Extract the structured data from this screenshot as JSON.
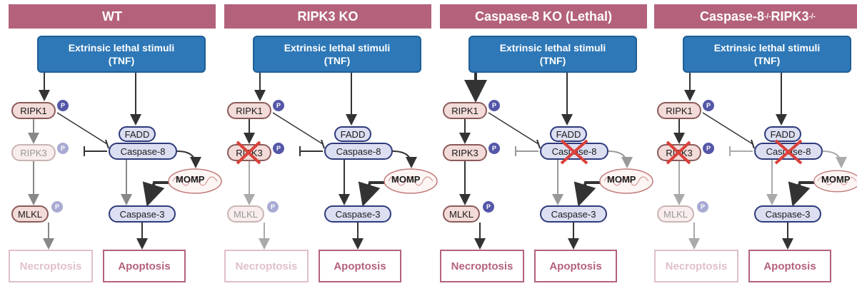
{
  "panels": [
    {
      "title": "WT",
      "title_sup": "",
      "title_tail": "",
      "stimulus_line1": "Extrinsic lethal stimuli",
      "stimulus_line2": "(TNF)",
      "ripk1": "RIPK1",
      "ripk3": "RIPK3",
      "mlkl": "MLKL",
      "fadd": "FADD",
      "caspase8": "Caspase-8",
      "caspase3": "Caspase-3",
      "momp": "MOMP",
      "phospho": "P",
      "necroptosis": "Necroptosis",
      "apoptosis": "Apoptosis"
    },
    {
      "title": "RIPK3 KO",
      "title_sup": "",
      "title_tail": "",
      "stimulus_line1": "Extrinsic lethal stimuli",
      "stimulus_line2": "(TNF)",
      "ripk1": "RIPK1",
      "ripk3": "RIPK3",
      "mlkl": "MLKL",
      "fadd": "FADD",
      "caspase8": "Caspase-8",
      "caspase3": "Caspase-3",
      "momp": "MOMP",
      "phospho": "P",
      "necroptosis": "Necroptosis",
      "apoptosis": "Apoptosis"
    },
    {
      "title": "Caspase-8 KO (Lethal)",
      "title_sup": "",
      "title_tail": "",
      "stimulus_line1": "Extrinsic lethal stimuli",
      "stimulus_line2": "(TNF)",
      "ripk1": "RIPK1",
      "ripk3": "RIPK3",
      "mlkl": "MLKL",
      "fadd": "FADD",
      "caspase8": "Caspase-8",
      "caspase3": "Caspase-3",
      "momp": "MOMP",
      "phospho": "P",
      "necroptosis": "Necroptosis",
      "apoptosis": "Apoptosis"
    },
    {
      "title": "Caspase-8",
      "title_sup": "-/-",
      "title_tail": "RIPK3",
      "title_sup2": "-/-",
      "stimulus_line1": "Extrinsic lethal stimuli",
      "stimulus_line2": "(TNF)",
      "ripk1": "RIPK1",
      "ripk3": "RIPK3",
      "mlkl": "MLKL",
      "fadd": "FADD",
      "caspase8": "Caspase-8",
      "caspase3": "Caspase-3",
      "momp": "MOMP",
      "phospho": "P",
      "necroptosis": "Necroptosis",
      "apoptosis": "Apoptosis"
    }
  ],
  "colors": {
    "banner": "#b4627b",
    "stimulus": "#2e78b7",
    "necroptotic_node": "#f2dbd8",
    "apoptotic_node": "#dcdff2",
    "phospho": "#5457a8",
    "knockout_x": "#d9413a"
  }
}
